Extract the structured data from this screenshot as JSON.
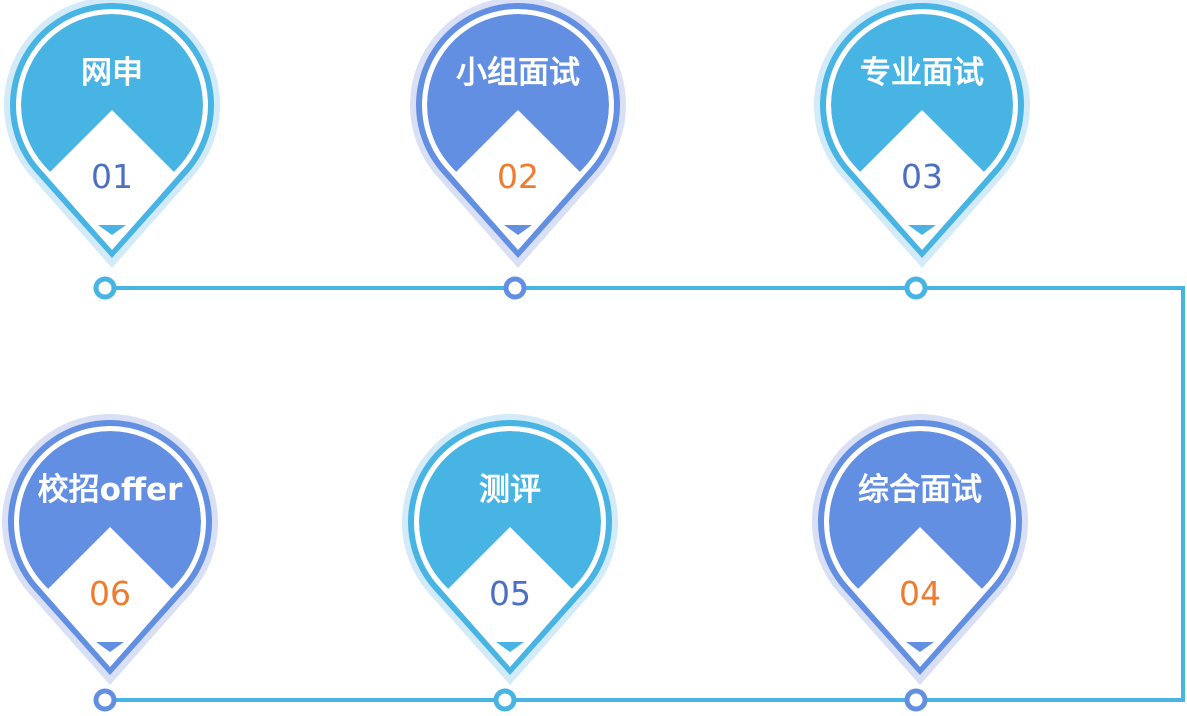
{
  "colors": {
    "blue": "#48b4e4",
    "blue_halo": "#d3ebf8",
    "purple": "#638fe2",
    "purple_halo": "#d9e0f6",
    "num_blue": "#4b6fc3",
    "num_orange": "#ee7b2e",
    "line": "#48b4e4"
  },
  "steps": [
    {
      "title": "网申",
      "number": "01",
      "theme": "blue",
      "num_color": "num_blue"
    },
    {
      "title": "小组面试",
      "number": "02",
      "theme": "purple",
      "num_color": "num_orange"
    },
    {
      "title": "专业面试",
      "number": "03",
      "theme": "blue",
      "num_color": "num_blue"
    },
    {
      "title": "综合面试",
      "number": "04",
      "theme": "purple",
      "num_color": "num_orange"
    },
    {
      "title": "测评",
      "number": "05",
      "theme": "blue",
      "num_color": "num_blue"
    },
    {
      "title": "校招offer",
      "number": "06",
      "theme": "purple",
      "num_color": "num_orange"
    }
  ]
}
